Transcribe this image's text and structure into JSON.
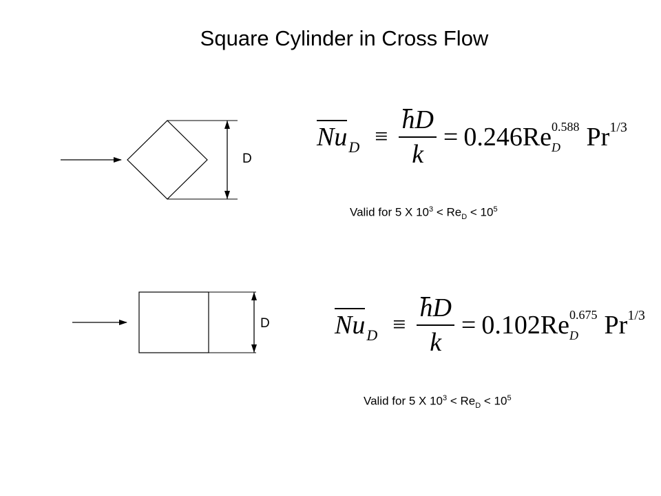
{
  "title": "Square Cylinder in Cross Flow",
  "diagram1": {
    "dimension_label": "D"
  },
  "diagram2": {
    "dimension_label": "D"
  },
  "equation1": {
    "nu": "Nu",
    "nu_sub": "D",
    "equiv": "≡",
    "frac_num": "hD",
    "frac_den": "k",
    "equals": "=",
    "coef": "0.246",
    "re": "Re",
    "re_exp": "0.588",
    "re_sub": "D",
    "pr": "Pr",
    "pr_exp": "1/3"
  },
  "equation2": {
    "nu": "Nu",
    "nu_sub": "D",
    "equiv": "≡",
    "frac_num": "hD",
    "frac_den": "k",
    "equals": "=",
    "coef": "0.102",
    "re": "Re",
    "re_exp": "0.675",
    "re_sub": "D",
    "pr": "Pr",
    "pr_exp": "1/3"
  },
  "valid1": {
    "prefix": "Valid for 5 X 10",
    "exp1": "3",
    "mid": " < Re",
    "sub": "D",
    "mid2": " < 10",
    "exp2": "5"
  },
  "valid2": {
    "prefix": "Valid for 5 X 10",
    "exp1": "3",
    "mid": " < Re",
    "sub": "D",
    "mid2": " < 10",
    "exp2": "5"
  }
}
